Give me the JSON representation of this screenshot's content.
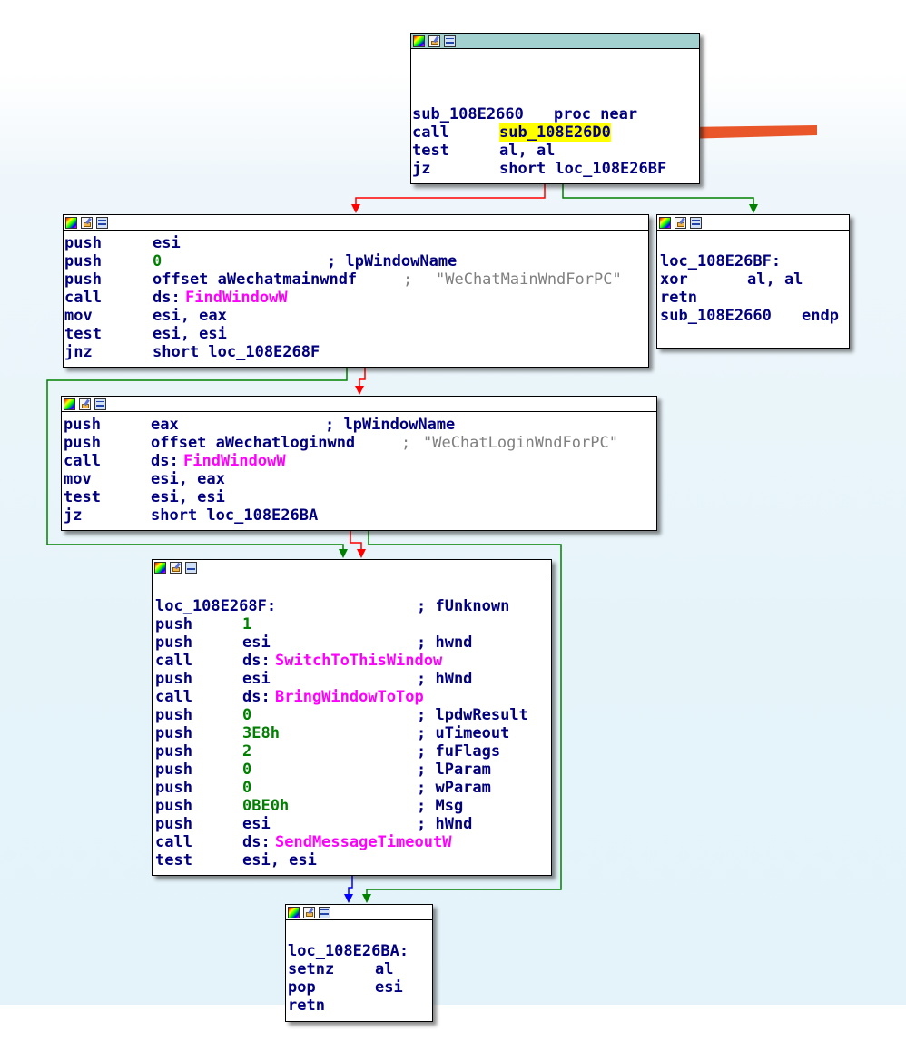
{
  "app": "IDA graph view",
  "blocks": {
    "entry": {
      "title_blank": "",
      "l1_name": "sub_108E2660",
      "l1_kw": "proc near",
      "l2_mn": "call",
      "l2_op": "sub_108E26D0",
      "l3_mn": "test",
      "l3_op": "al, al",
      "l4_mn": "jz",
      "l4_op": "short loc_108E26BF"
    },
    "find_main": {
      "l1_mn": "push",
      "l1_op": "esi",
      "l2_mn": "push",
      "l2_op": "0",
      "l2_cm": "; lpWindowName",
      "l3_mn": "push",
      "l3_op": "offset aWechatmainwndf",
      "l3_cm": ";",
      "l3_str": "\"WeChatMainWndForPC\"",
      "l4_mn": "call",
      "l4_op": "ds:",
      "l4_imp": "FindWindowW",
      "l5_mn": "mov",
      "l5_op": "esi, eax",
      "l6_mn": "test",
      "l6_op": "esi, esi",
      "l7_mn": "jnz",
      "l7_op": "short loc_108E268F"
    },
    "ret_false": {
      "l1": "loc_108E26BF:",
      "l2_mn": "xor",
      "l2_op": "al, al",
      "l3": "retn",
      "l4_name": "sub_108E2660",
      "l4_kw": "endp"
    },
    "find_login": {
      "l1_mn": "push",
      "l1_op": "eax",
      "l1_cm": "; lpWindowName",
      "l2_mn": "push",
      "l2_op": "offset aWechatloginwnd",
      "l2_cm": ";",
      "l2_str": "\"WeChatLoginWndForPC\"",
      "l3_mn": "call",
      "l3_op": "ds:",
      "l3_imp": "FindWindowW",
      "l4_mn": "mov",
      "l4_op": "esi, eax",
      "l5_mn": "test",
      "l5_op": "esi, esi",
      "l6_mn": "jz",
      "l6_op": "short loc_108E26BA"
    },
    "activate": {
      "l0": "loc_108E268F:",
      "l0_cm": "; fUnknown",
      "rows": [
        {
          "mn": "push",
          "op": "1",
          "num": true,
          "cm": ""
        },
        {
          "mn": "push",
          "op": "esi",
          "num": false,
          "cm": "; hwnd"
        },
        {
          "mn": "call",
          "op": "ds:",
          "imp": "SwitchToThisWindow",
          "cm": ""
        },
        {
          "mn": "push",
          "op": "esi",
          "num": false,
          "cm": "; hWnd"
        },
        {
          "mn": "call",
          "op": "ds:",
          "imp": "BringWindowToTop",
          "cm": ""
        },
        {
          "mn": "push",
          "op": "0",
          "num": true,
          "cm": "; lpdwResult"
        },
        {
          "mn": "push",
          "op": "3E8h",
          "num": true,
          "cm": "; uTimeout"
        },
        {
          "mn": "push",
          "op": "2",
          "num": true,
          "cm": "; fuFlags"
        },
        {
          "mn": "push",
          "op": "0",
          "num": true,
          "cm": "; lParam"
        },
        {
          "mn": "push",
          "op": "0",
          "num": true,
          "cm": "; wParam"
        },
        {
          "mn": "push",
          "op": "0BE0h",
          "num": true,
          "cm": "; Msg"
        },
        {
          "mn": "push",
          "op": "esi",
          "num": false,
          "cm": "; hWnd"
        },
        {
          "mn": "call",
          "op": "ds:",
          "imp": "SendMessageTimeoutW",
          "cm": ""
        },
        {
          "mn": "test",
          "op": "esi, esi",
          "num": false,
          "cm": ""
        }
      ]
    },
    "result": {
      "l1": "loc_108E26BA:",
      "l2_mn": "setnz",
      "l2_op": "al",
      "l3_mn": "pop",
      "l3_op": "esi",
      "l4": "retn"
    }
  },
  "colors": {
    "edge_true": "#008000",
    "edge_false": "#ff0000",
    "edge_uncond": "#0000ff",
    "highlight": "#ffff00",
    "annotation_arrow": "#e8562a"
  }
}
